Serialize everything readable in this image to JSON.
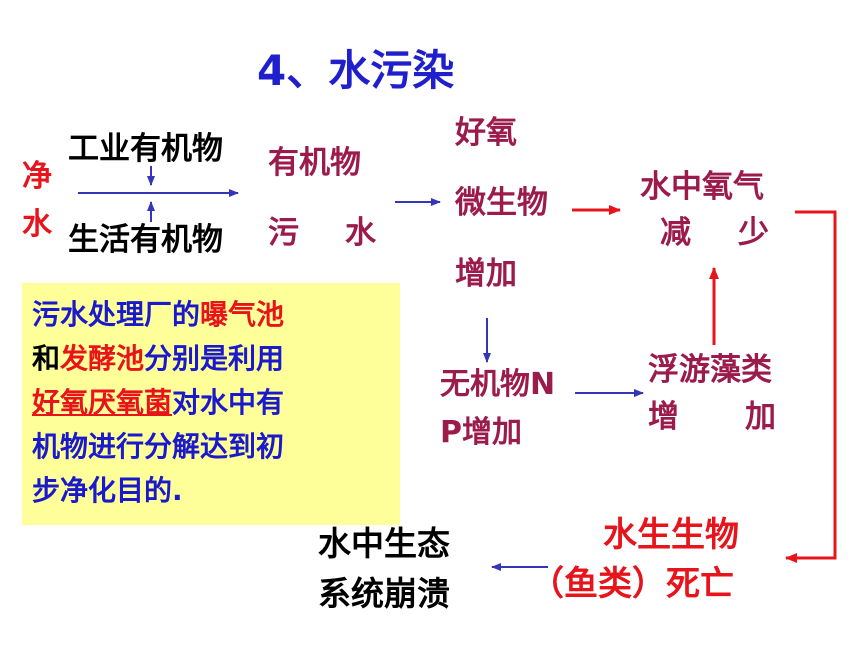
{
  "title": "4、水污染",
  "purification": [
    "净",
    "水"
  ],
  "industrial": "工业有机物",
  "domestic": "生活有机物",
  "organic": "有机物",
  "sewage": [
    "污",
    "水"
  ],
  "aerobe": [
    "好氧",
    "微生物",
    "增加"
  ],
  "oxygen": [
    "水中氧气",
    "减",
    "少"
  ],
  "inorganic": [
    "无机物N",
    "P增加"
  ],
  "plankton": [
    "浮游藻类",
    "增",
    "加"
  ],
  "aquatic": [
    "水生生物",
    "（鱼类）死亡"
  ],
  "collapse": [
    "水中生态",
    "系统崩溃"
  ],
  "note": {
    "l1a": "污水处理厂的",
    "l1b": "曝气池",
    "l2a": "和",
    "l2b": "发酵池",
    "l2c": "分别是利用",
    "l3a": "好氧厌氧菌",
    "l3b": "对水中有",
    "l4": "机物进行分解达到初",
    "l5": "步净化目的."
  },
  "colors": {
    "title": "#1f1fcc",
    "dark_red": "#9b1c4b",
    "red": "#e8141b",
    "blue": "#1a1acc",
    "note_bg": "#ffff99"
  }
}
